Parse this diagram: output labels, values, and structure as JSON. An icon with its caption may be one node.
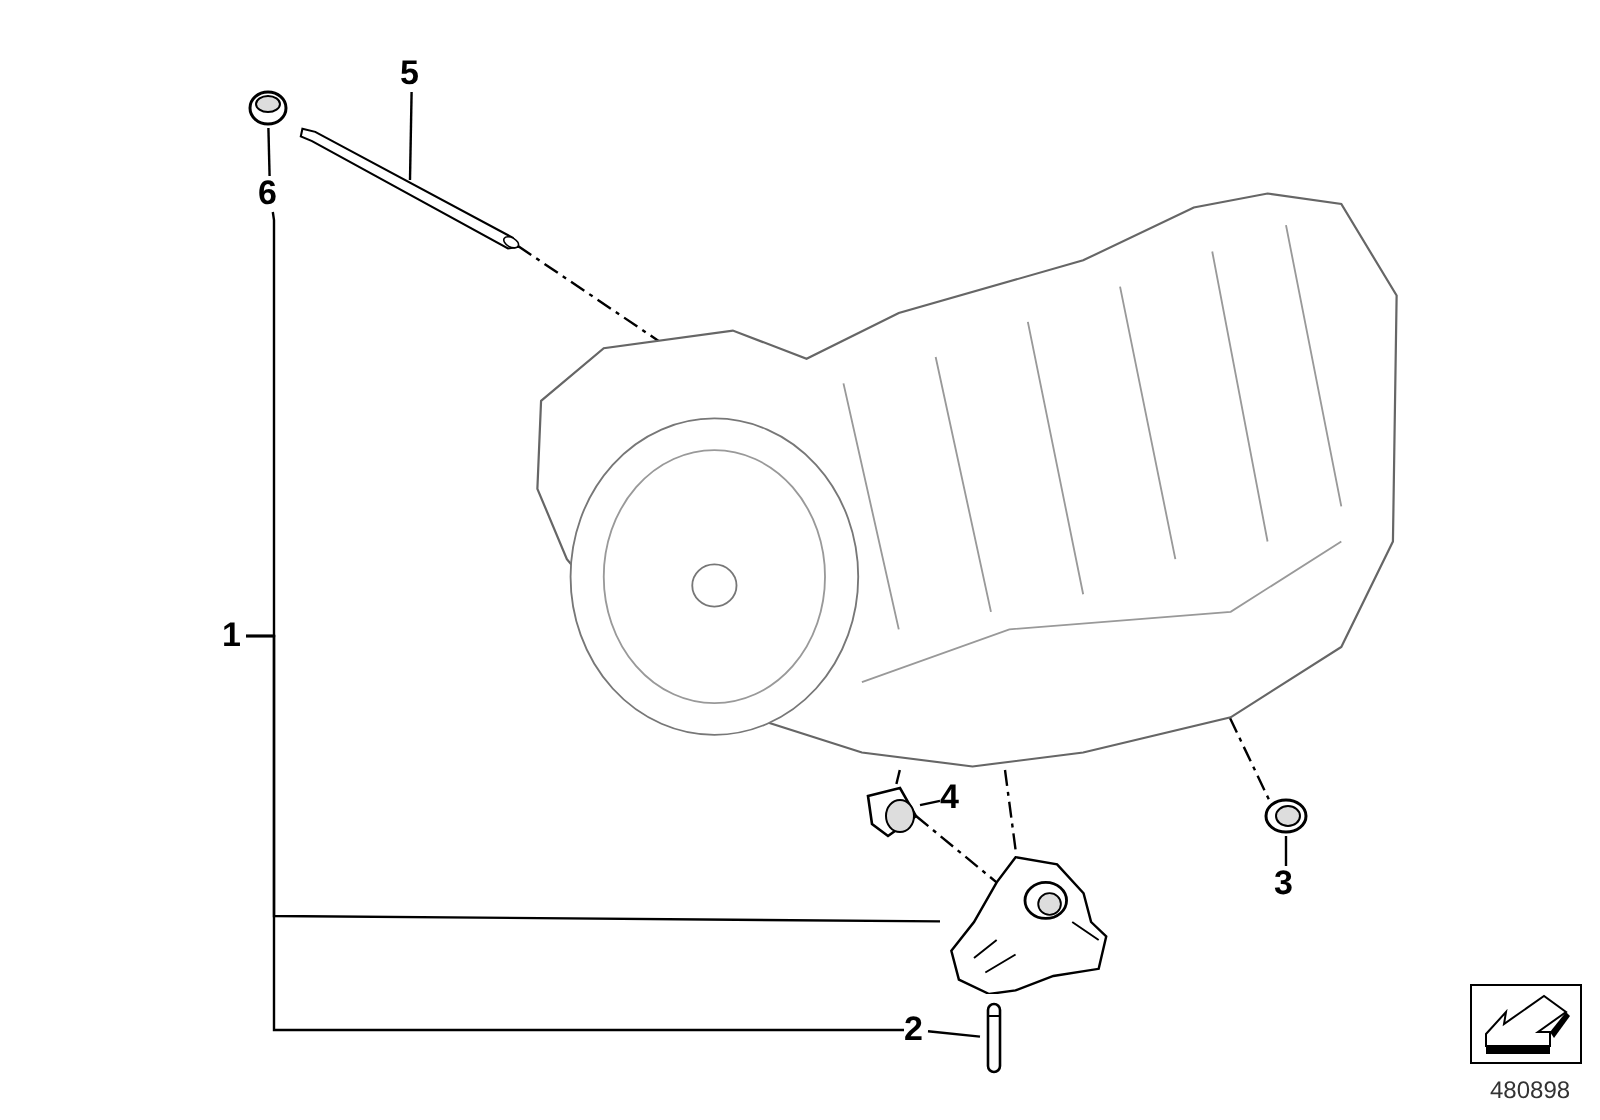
{
  "diagram": {
    "nodes": [
      {
        "text": [
          "6"
        ]
      },
      {
        "text": [],
        "shape": "picture"
      },
      {
        "text": [
          "5"
        ]
      },
      {
        "text": [],
        "shape": "picture"
      },
      {
        "text": [
          "1"
        ]
      },
      {
        "text": [],
        "shape": "picture"
      },
      {
        "text": [
          "4"
        ]
      },
      {
        "text": [],
        "shape": "picture"
      },
      {
        "text": [
          "3"
        ]
      },
      {
        "text": [],
        "shape": "picture"
      },
      {
        "text": [
          "2"
        ]
      },
      {
        "text": [],
        "shape": "picture"
      },
      {
        "text": [],
        "shape": "picture"
      }
    ],
    "edges": [
      {
        "from": 0,
        "to": 1,
        "arrow": "none"
      },
      {
        "from": 2,
        "to": 3,
        "arrow": "none"
      },
      {
        "from": 4,
        "to": 0,
        "arrow": "none"
      },
      {
        "from": 4,
        "to": 5,
        "arrow": "none"
      },
      {
        "from": 4,
        "to": 10,
        "arrow": "none"
      },
      {
        "from": 6,
        "to": 7,
        "arrow": "none"
      },
      {
        "from": 8,
        "to": 9,
        "arrow": "none"
      },
      {
        "from": 10,
        "to": 11,
        "arrow": "none"
      },
      {
        "from": 3,
        "to": 12,
        "arrow": "none",
        "style": "dashed"
      },
      {
        "from": 12,
        "to": 7,
        "arrow": "none",
        "style": "dashed"
      },
      {
        "from": 7,
        "to": 5,
        "arrow": "none",
        "style": "dashed"
      },
      {
        "from": 12,
        "to": 5,
        "arrow": "none",
        "style": "dashed"
      },
      {
        "from": 12,
        "to": 9,
        "arrow": "none",
        "style": "dashed"
      }
    ],
    "labels": [
      "480898"
    ]
  }
}
